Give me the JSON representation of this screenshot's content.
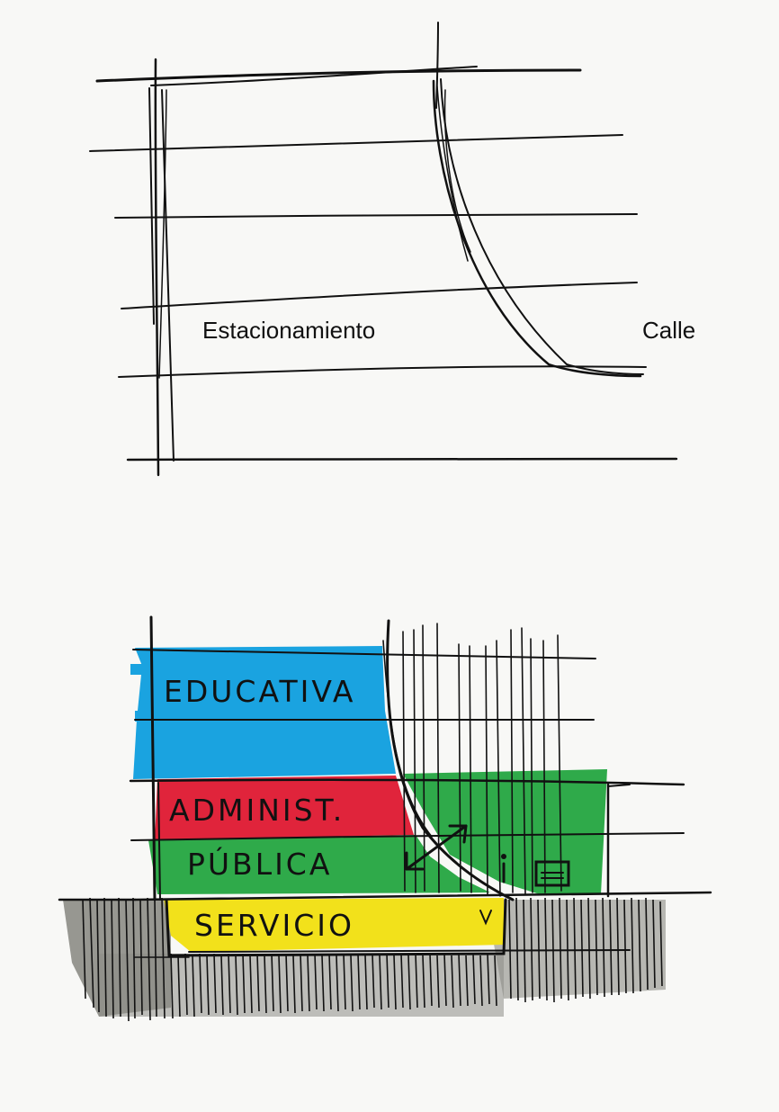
{
  "top_diagram": {
    "labels": {
      "parking": "Estacionamiento",
      "street": "Calle"
    }
  },
  "bottom_diagram": {
    "zones": [
      {
        "key": "educativa",
        "label": "EDUCATIVA",
        "color": "#1aa3e0"
      },
      {
        "key": "administ",
        "label": "ADMINIST.",
        "color": "#e0243b"
      },
      {
        "key": "publica",
        "label": "PÚBLICA",
        "color": "#2faa4a"
      },
      {
        "key": "servicio",
        "label": "SERVICIO",
        "color": "#f2e11b"
      }
    ],
    "ground_color": "#8c8c86",
    "ink_color": "#111111"
  }
}
